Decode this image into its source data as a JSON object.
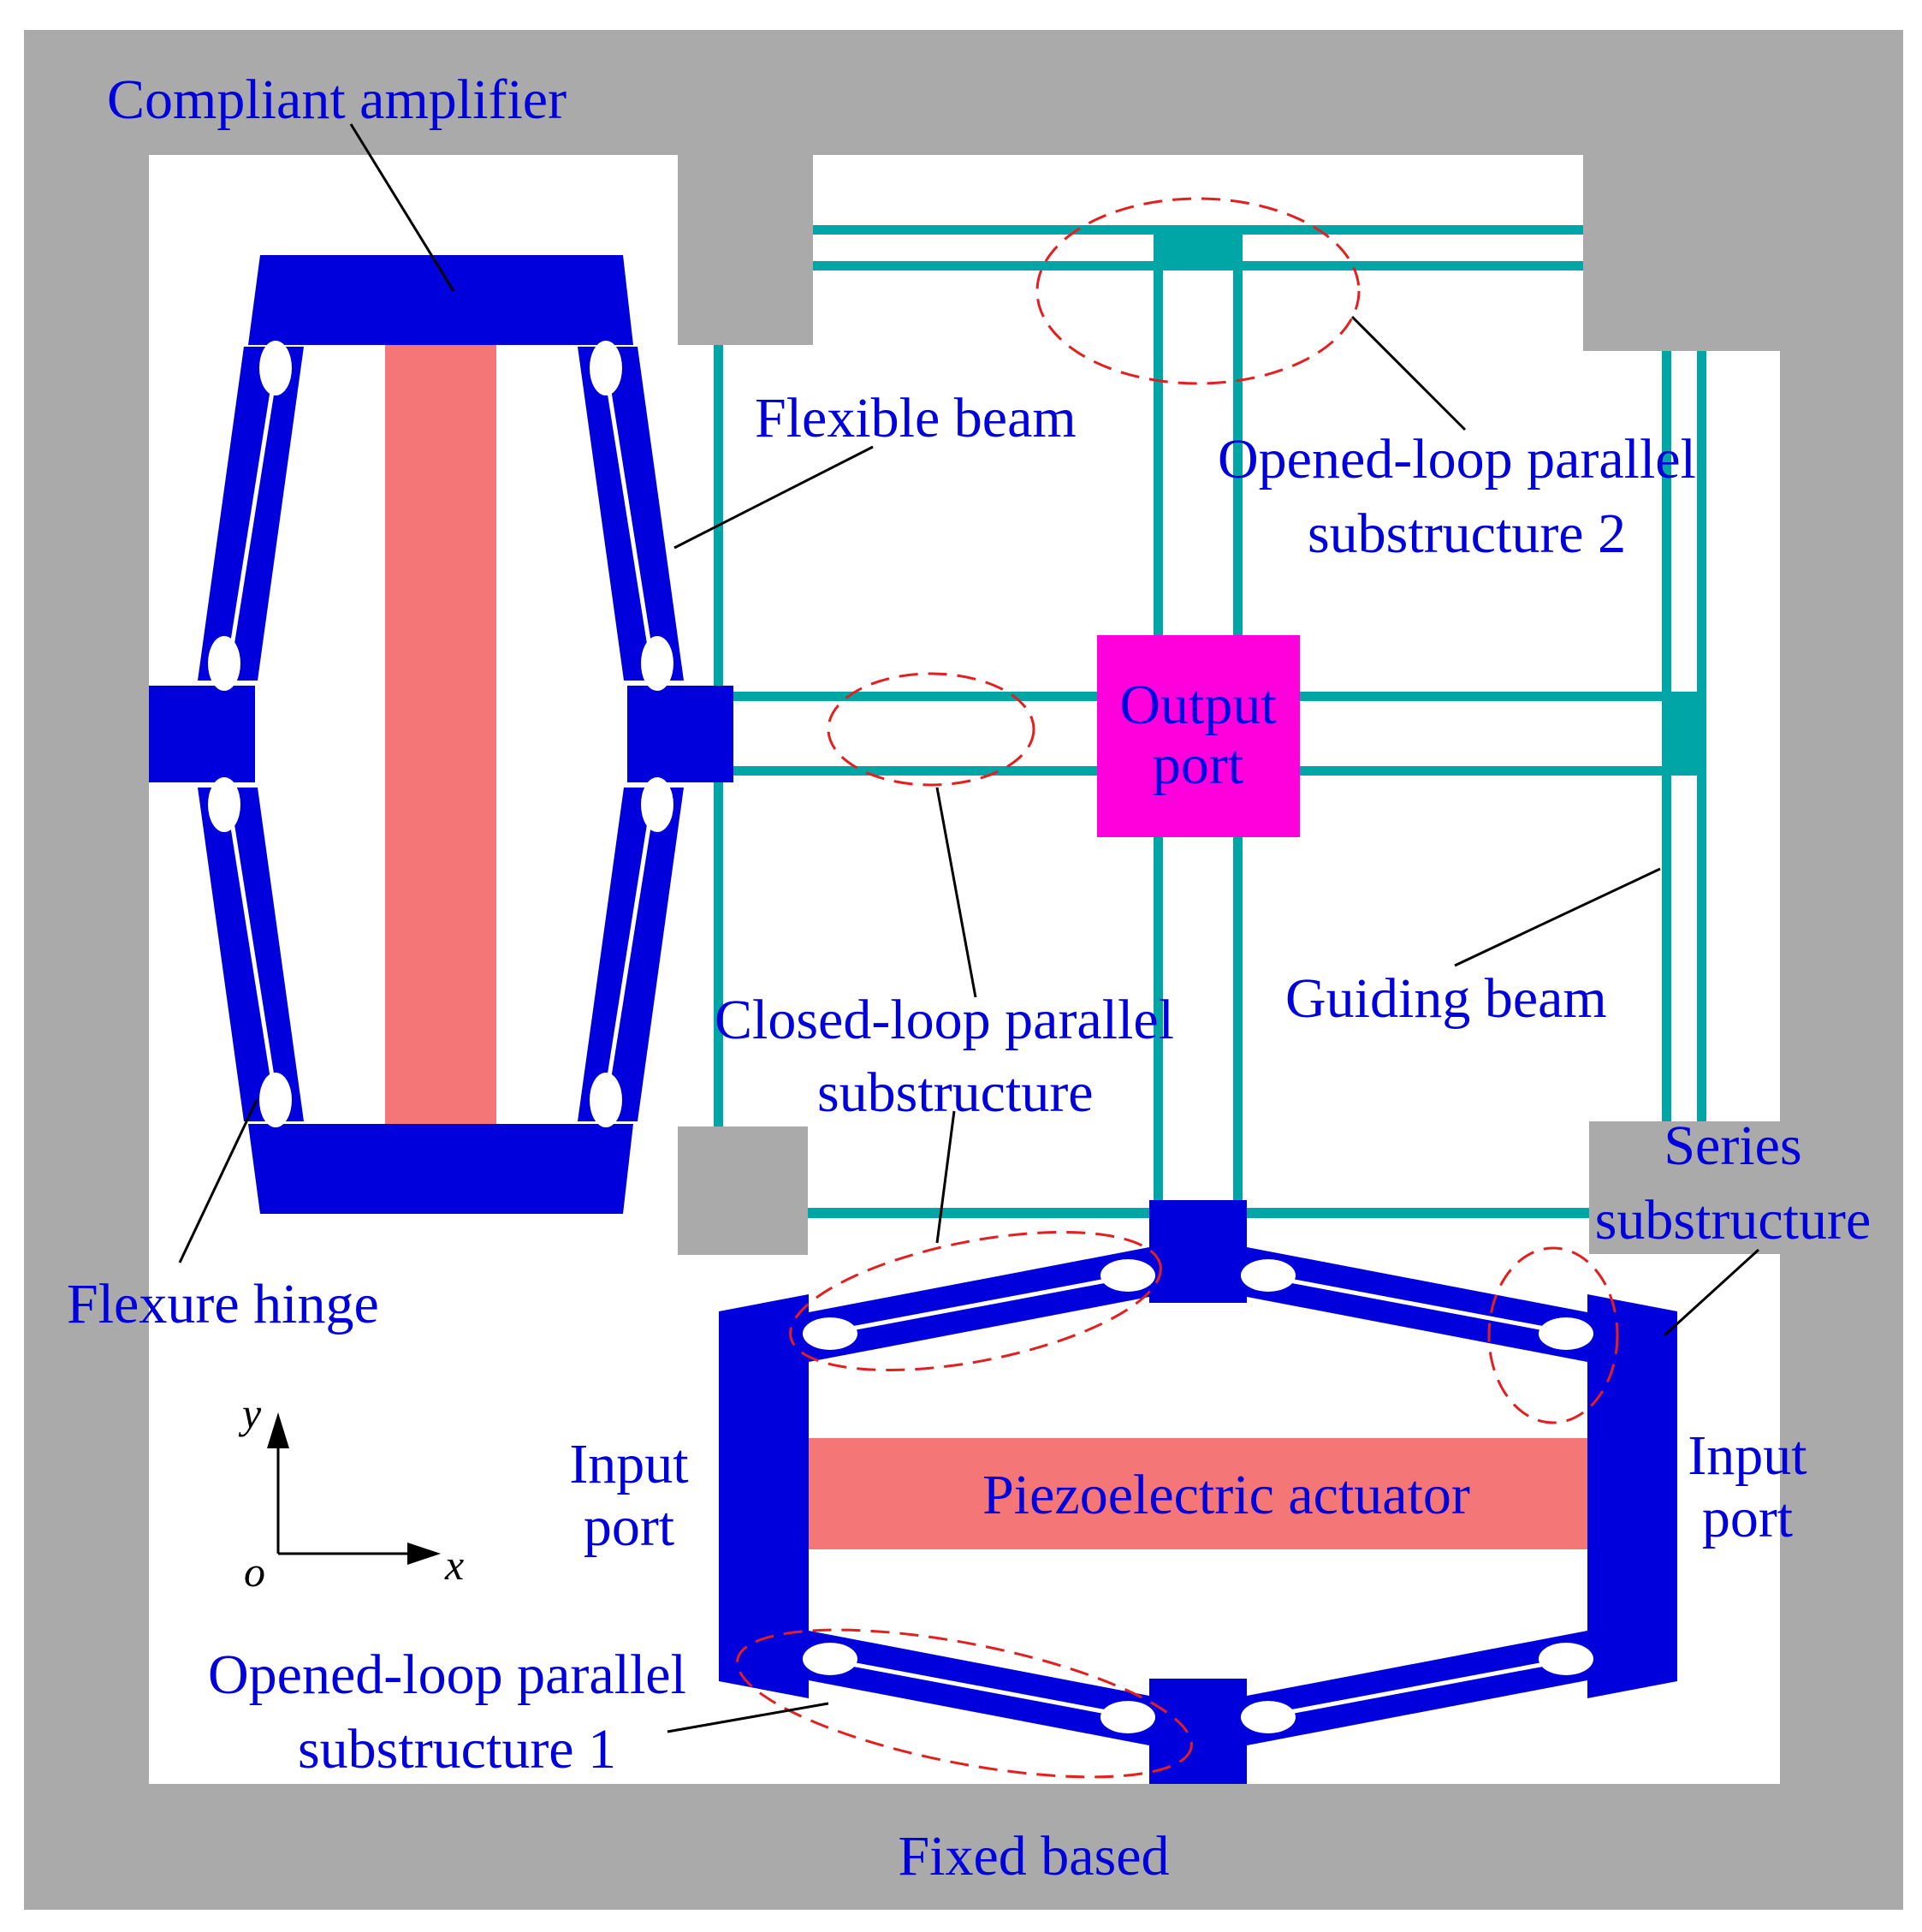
{
  "colors": {
    "frame": "#aaaaaa",
    "amplifier": "#0000dd",
    "beam": "#00a6a6",
    "actuator": "#f47676",
    "output_port": "#ff00dd",
    "label": "#0000dd",
    "highlight": "#e31f1f",
    "leader": "#000000"
  },
  "labels": {
    "compliant_amplifier": "Compliant amplifier",
    "flexible_beam": "Flexible beam",
    "opened_loop_2_line1": "Opened-loop parallel",
    "opened_loop_2_line2": "substructure 2",
    "output_port_line1": "Output",
    "output_port_line2": "port",
    "guiding_beam": "Guiding beam",
    "closed_loop_line1": "Closed-loop parallel",
    "closed_loop_line2": "substructure",
    "series_line1": "Series",
    "series_line2": "substructure",
    "flexure_hinge": "Flexure hinge",
    "input_port_left_line1": "Input",
    "input_port_left_line2": "port",
    "input_port_right_line1": "Input",
    "input_port_right_line2": "port",
    "piezoelectric_actuator": "Piezoelectric actuator",
    "opened_loop_1_line1": "Opened-loop parallel",
    "opened_loop_1_line2": "substructure 1",
    "fixed_based": "Fixed based",
    "axis_x": "x",
    "axis_y": "y",
    "axis_origin": "o"
  }
}
